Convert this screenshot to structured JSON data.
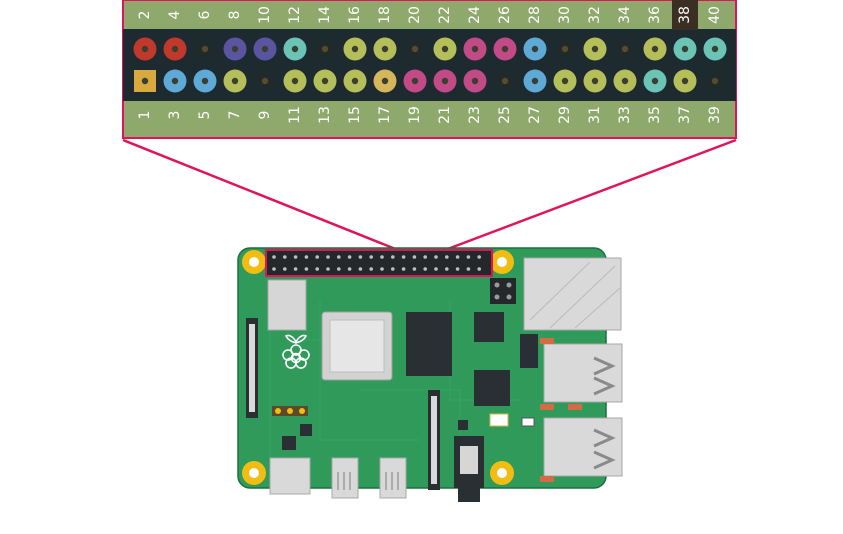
{
  "header": {
    "top_row_labels": [
      "2",
      "4",
      "6",
      "8",
      "10",
      "12",
      "14",
      "16",
      "18",
      "20",
      "22",
      "24",
      "26",
      "28",
      "30",
      "32",
      "34",
      "36",
      "38",
      "40"
    ],
    "bottom_row_labels": [
      "1",
      "3",
      "5",
      "7",
      "9",
      "11",
      "13",
      "15",
      "17",
      "19",
      "21",
      "23",
      "25",
      "27",
      "29",
      "31",
      "33",
      "35",
      "37",
      "39"
    ],
    "top_row_colors": [
      "red",
      "red",
      "black",
      "purple",
      "purple",
      "teal",
      "black",
      "green",
      "green",
      "black",
      "green",
      "pink",
      "pink",
      "blue",
      "black",
      "green",
      "black",
      "green",
      "teal",
      "teal"
    ],
    "bottom_row_colors": [
      "orange-square",
      "blue",
      "blue",
      "green",
      "black",
      "green",
      "green",
      "green",
      "yellow",
      "pink",
      "pink",
      "pink",
      "black",
      "blue",
      "green",
      "green",
      "green",
      "teal",
      "green",
      "black"
    ],
    "highlighted_label": "38"
  },
  "palette": {
    "red": "#c0392b",
    "black": "#1e2a2c",
    "purple": "#5a55a0",
    "teal": "#6cc4b6",
    "green": "#b5bf5a",
    "pink": "#c24a86",
    "blue": "#5ea9d6",
    "yellow": "#d6b65a",
    "orange-square": "#d8a93e",
    "header_strip": "#1d2a30",
    "label_band": "#8ea96b",
    "callout": "#e0145a",
    "pcb": "#2f9a59"
  },
  "board": {
    "icons": [
      "raspberry-logo-icon"
    ]
  }
}
